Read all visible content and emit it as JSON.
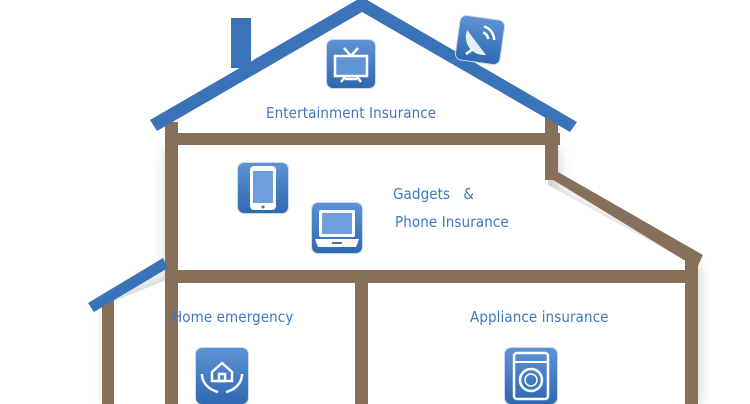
{
  "colors": {
    "roof": "#3a73b8",
    "wall": "#86705a",
    "text": "#3d78c0"
  },
  "rooms": {
    "entertainment": {
      "label": "Entertainment Insurance",
      "icons": [
        "tv-icon",
        "satellite-dish-icon"
      ]
    },
    "gadgets": {
      "label_line1": "Gadgets   &",
      "label_line2": "Phone Insurance",
      "icons": [
        "smartphone-icon",
        "laptop-icon"
      ]
    },
    "home": {
      "label": "Home emergency",
      "icon": "house-in-hands-icon"
    },
    "appliance": {
      "label": "Appliance insurance",
      "icon": "washing-machine-icon"
    }
  }
}
